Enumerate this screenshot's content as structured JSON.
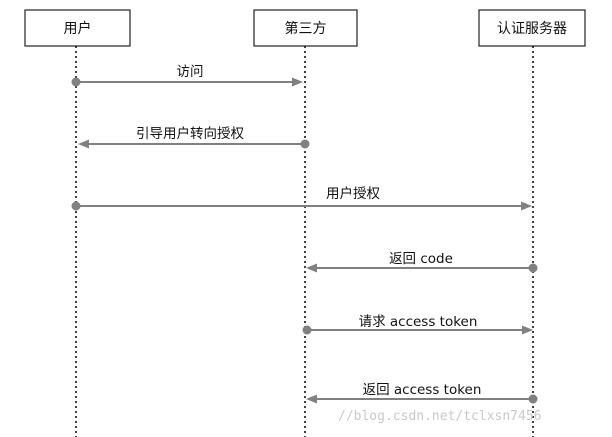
{
  "actors": [
    {
      "id": "user",
      "label": "用户"
    },
    {
      "id": "third",
      "label": "第三方"
    },
    {
      "id": "auth",
      "label": "认证服务器"
    }
  ],
  "messages": [
    {
      "from": "user",
      "to": "third",
      "label": "访问"
    },
    {
      "from": "third",
      "to": "user",
      "label": "引导用户转向授权"
    },
    {
      "from": "user",
      "to": "auth",
      "label": "用户授权"
    },
    {
      "from": "auth",
      "to": "third",
      "label": "返回 code"
    },
    {
      "from": "third",
      "to": "auth",
      "label": "请求 access token"
    },
    {
      "from": "auth",
      "to": "third",
      "label": "返回 access token"
    }
  ],
  "watermark": "//blog.csdn.net/tclxsn7456"
}
